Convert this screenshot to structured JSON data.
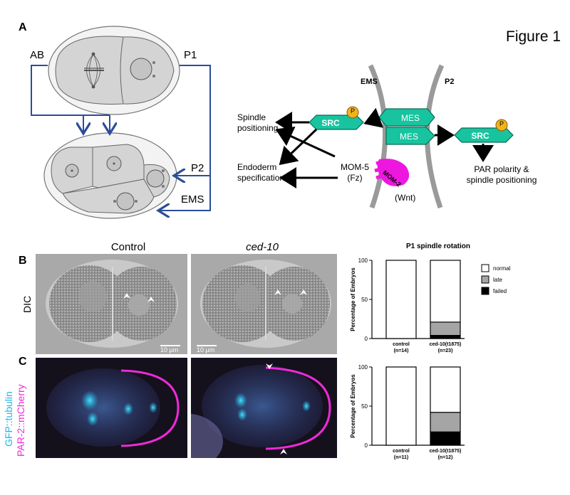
{
  "figure_title": "Figure 1",
  "panels": {
    "a": "A",
    "b": "B",
    "c": "C"
  },
  "schematic": {
    "cell_labels": {
      "ab": "AB",
      "p1": "P1",
      "p2": "P2",
      "ems": "EMS"
    },
    "signaling": {
      "ems": "EMS",
      "p2": "P2",
      "mes_top": "MES",
      "mes_bottom": "MES",
      "src_left": "SRC",
      "src_right": "SRC",
      "phospho": "P",
      "spindle_positioning": [
        "Spindle",
        "positioning"
      ],
      "endoderm_specification": [
        "Endoderm",
        "specification"
      ],
      "mom5": [
        "MOM-5",
        "(Fz)"
      ],
      "mom2": "MOM-2",
      "wnt": "(Wnt)",
      "par_polarity": [
        "PAR polarity &",
        "spindle positioning"
      ]
    },
    "colors": {
      "arrow_blue": "#2a4d9a",
      "teal": "#18c4a0",
      "phospho_yellow": "#f2b21e",
      "magenta": "#ee17e0"
    }
  },
  "micro": {
    "col_control": "Control",
    "col_ced10": "ced-10",
    "row_dic": "DIC",
    "row_gfp": "GFP::tubulin",
    "row_par2": "PAR-2::mCherry",
    "scale_bar": "10 µm",
    "colors": {
      "gfp": "#1fb5e8",
      "par2": "#ee2ad8"
    }
  },
  "chart_data": [
    {
      "type": "bar",
      "stacked": true,
      "title": "P1 spindle rotation",
      "ylabel": "Percentage of Embryos",
      "ylim": [
        0,
        100
      ],
      "yticks": [
        "0",
        "50",
        "100"
      ],
      "categories": [
        [
          "control",
          "(n=14)"
        ],
        [
          "ced-10(t1875)",
          "(n=23)"
        ]
      ],
      "series": [
        {
          "name": "failed",
          "color": "#000000",
          "values": [
            0,
            4
          ]
        },
        {
          "name": "late",
          "color": "#a5a5a5",
          "values": [
            0,
            17
          ]
        },
        {
          "name": "normal",
          "color": "#ffffff",
          "values": [
            100,
            79
          ]
        }
      ],
      "legend": "right"
    },
    {
      "type": "bar",
      "stacked": true,
      "title": "",
      "ylabel": "Percentage of Embryos",
      "ylim": [
        0,
        100
      ],
      "yticks": [
        "0",
        "50",
        "100"
      ],
      "categories": [
        [
          "control",
          "(n=11)"
        ],
        [
          "ced-10(t1875)",
          "(n=12)"
        ]
      ],
      "series": [
        {
          "name": "failed",
          "color": "#000000",
          "values": [
            0,
            17
          ]
        },
        {
          "name": "late",
          "color": "#a5a5a5",
          "values": [
            0,
            25
          ]
        },
        {
          "name": "normal",
          "color": "#ffffff",
          "values": [
            100,
            58
          ]
        }
      ]
    }
  ]
}
